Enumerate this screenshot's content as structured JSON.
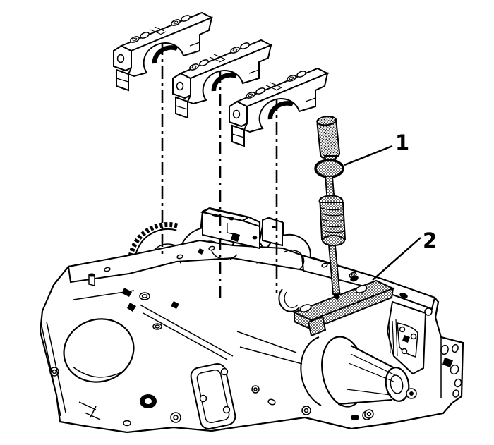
{
  "figure": {
    "background_color": "#ffffff",
    "line_color": "#000000",
    "description": "Engine cylinder block with crankshaft; three main bearing caps shown exploded above the block with dash-dot alignment lines; threaded installer tool and guide plate mounted on the block deck.",
    "callouts": [
      {
        "number": "1",
        "points_to": "installer-tool"
      },
      {
        "number": "2",
        "points_to": "guide-plate"
      }
    ],
    "parts": [
      "main-bearing-cap-1",
      "main-bearing-cap-2",
      "main-bearing-cap-3",
      "alignment-line-1",
      "alignment-line-2",
      "alignment-line-3",
      "installer-tool",
      "guide-plate",
      "engine-block",
      "crankshaft-timing-gear",
      "crankshaft",
      "crankshaft-rear-flange"
    ]
  }
}
